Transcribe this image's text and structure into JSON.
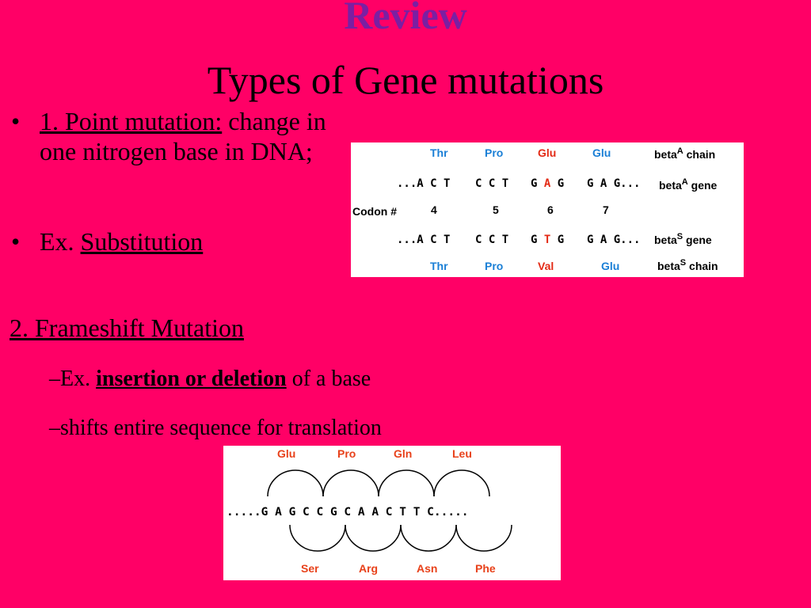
{
  "header": {
    "review": "Review",
    "title": "Types of Gene mutations"
  },
  "bullets": {
    "b1_term": "1. Point mutation:",
    "b1_rest": " change in one nitrogen base in DNA;",
    "b2_prefix": "Ex. ",
    "b2_term": "Substitution",
    "dot": "•"
  },
  "frameshift": {
    "heading": "2. Frameshift Mutation",
    "sub1_prefix": "–Ex. ",
    "sub1_term": "insertion or deletion",
    "sub1_suffix": " of a base",
    "sub2": "–shifts entire sequence for translation"
  },
  "point_table": {
    "row1": [
      "Thr",
      "Pro",
      "Glu",
      "Glu"
    ],
    "row1_label_main": "beta",
    "row1_label_sup": "A",
    "row1_label_tail": " chain",
    "row2_codons": [
      "...A C T",
      "C C T",
      "G ",
      "A",
      " G",
      "G A G..."
    ],
    "row2_label_main": "beta",
    "row2_label_sup": "A",
    "row2_label_tail": " gene",
    "codon_label": "Codon #",
    "codon_nums": [
      "4",
      "5",
      "6",
      "7"
    ],
    "row4_codons": [
      "...A C T",
      "C C T",
      "G ",
      "T",
      " G",
      "G A G..."
    ],
    "row4_label_main": "beta",
    "row4_label_sup": "S",
    "row4_label_tail": " gene",
    "row5": [
      "Thr",
      "Pro",
      "Val",
      "Glu"
    ],
    "row5_label_main": "beta",
    "row5_label_sup": "S",
    "row5_label_tail": " chain",
    "colors": {
      "amino": "#1a7fd6",
      "mutant": "#e32b16"
    }
  },
  "frameshift_diagram": {
    "top_aminos": [
      "Glu",
      "Pro",
      "Gln",
      "Leu"
    ],
    "sequence": ".....G A G C C G C A A C T T C.....",
    "bottom_aminos": [
      "Ser",
      "Arg",
      "Asn",
      "Phe"
    ],
    "colors": {
      "amino": "#e8411a"
    }
  }
}
